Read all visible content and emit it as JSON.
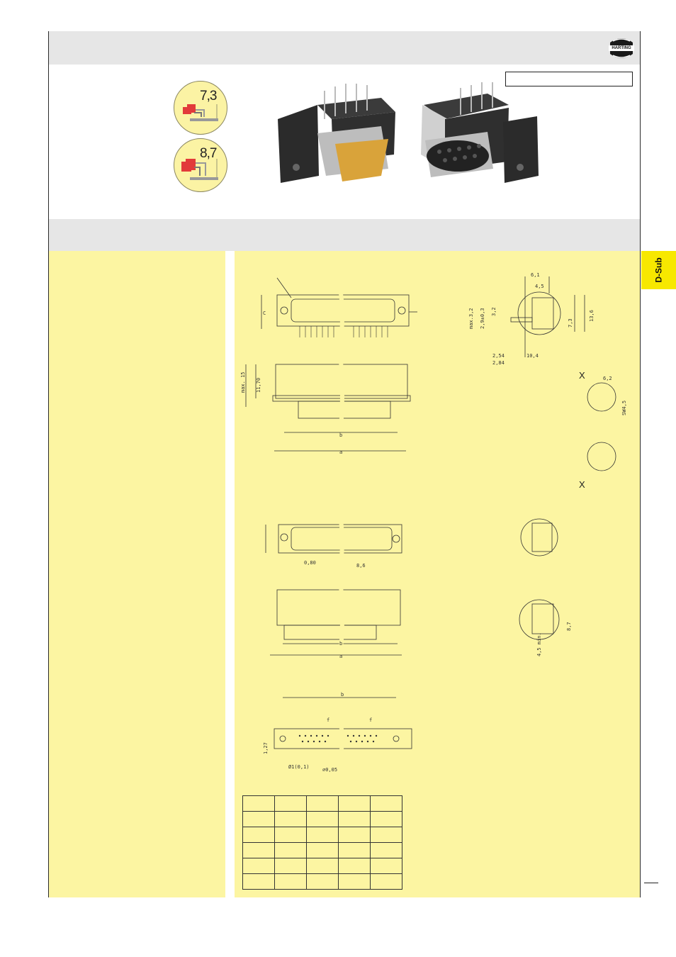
{
  "brand": {
    "name": "HARTING"
  },
  "side_tab": {
    "label": "D-Sub"
  },
  "badges": [
    {
      "value": "7,3"
    },
    {
      "value": "8,7"
    }
  ],
  "drawing_labels": {
    "c": "C",
    "a": "a",
    "b": "b",
    "f": "f",
    "x": "X",
    "max15": "max. 15",
    "d1170": "11,70",
    "max32": "max.3,2",
    "d294": "2,9±0,3",
    "d32": "3,2",
    "d61": "6,1",
    "d45": "4,5",
    "d73": "7,3",
    "d136": "13,6",
    "d254": "2,54",
    "d284": "2,84",
    "d104": "10,4",
    "d62": "6,2",
    "sw45": "SW4,5",
    "d080": "0,80",
    "d86": "8,6",
    "d87": "8,7",
    "d45min": "4,5 min.",
    "d127": "1,27",
    "hole": "Ø1(0,1)",
    "tol": "⌀0,05"
  },
  "colors": {
    "yellow": "#fcf5a2",
    "grey_band": "#e6e6e6",
    "tab_yellow": "#f7e800",
    "connector_red": "#e23a3a"
  }
}
